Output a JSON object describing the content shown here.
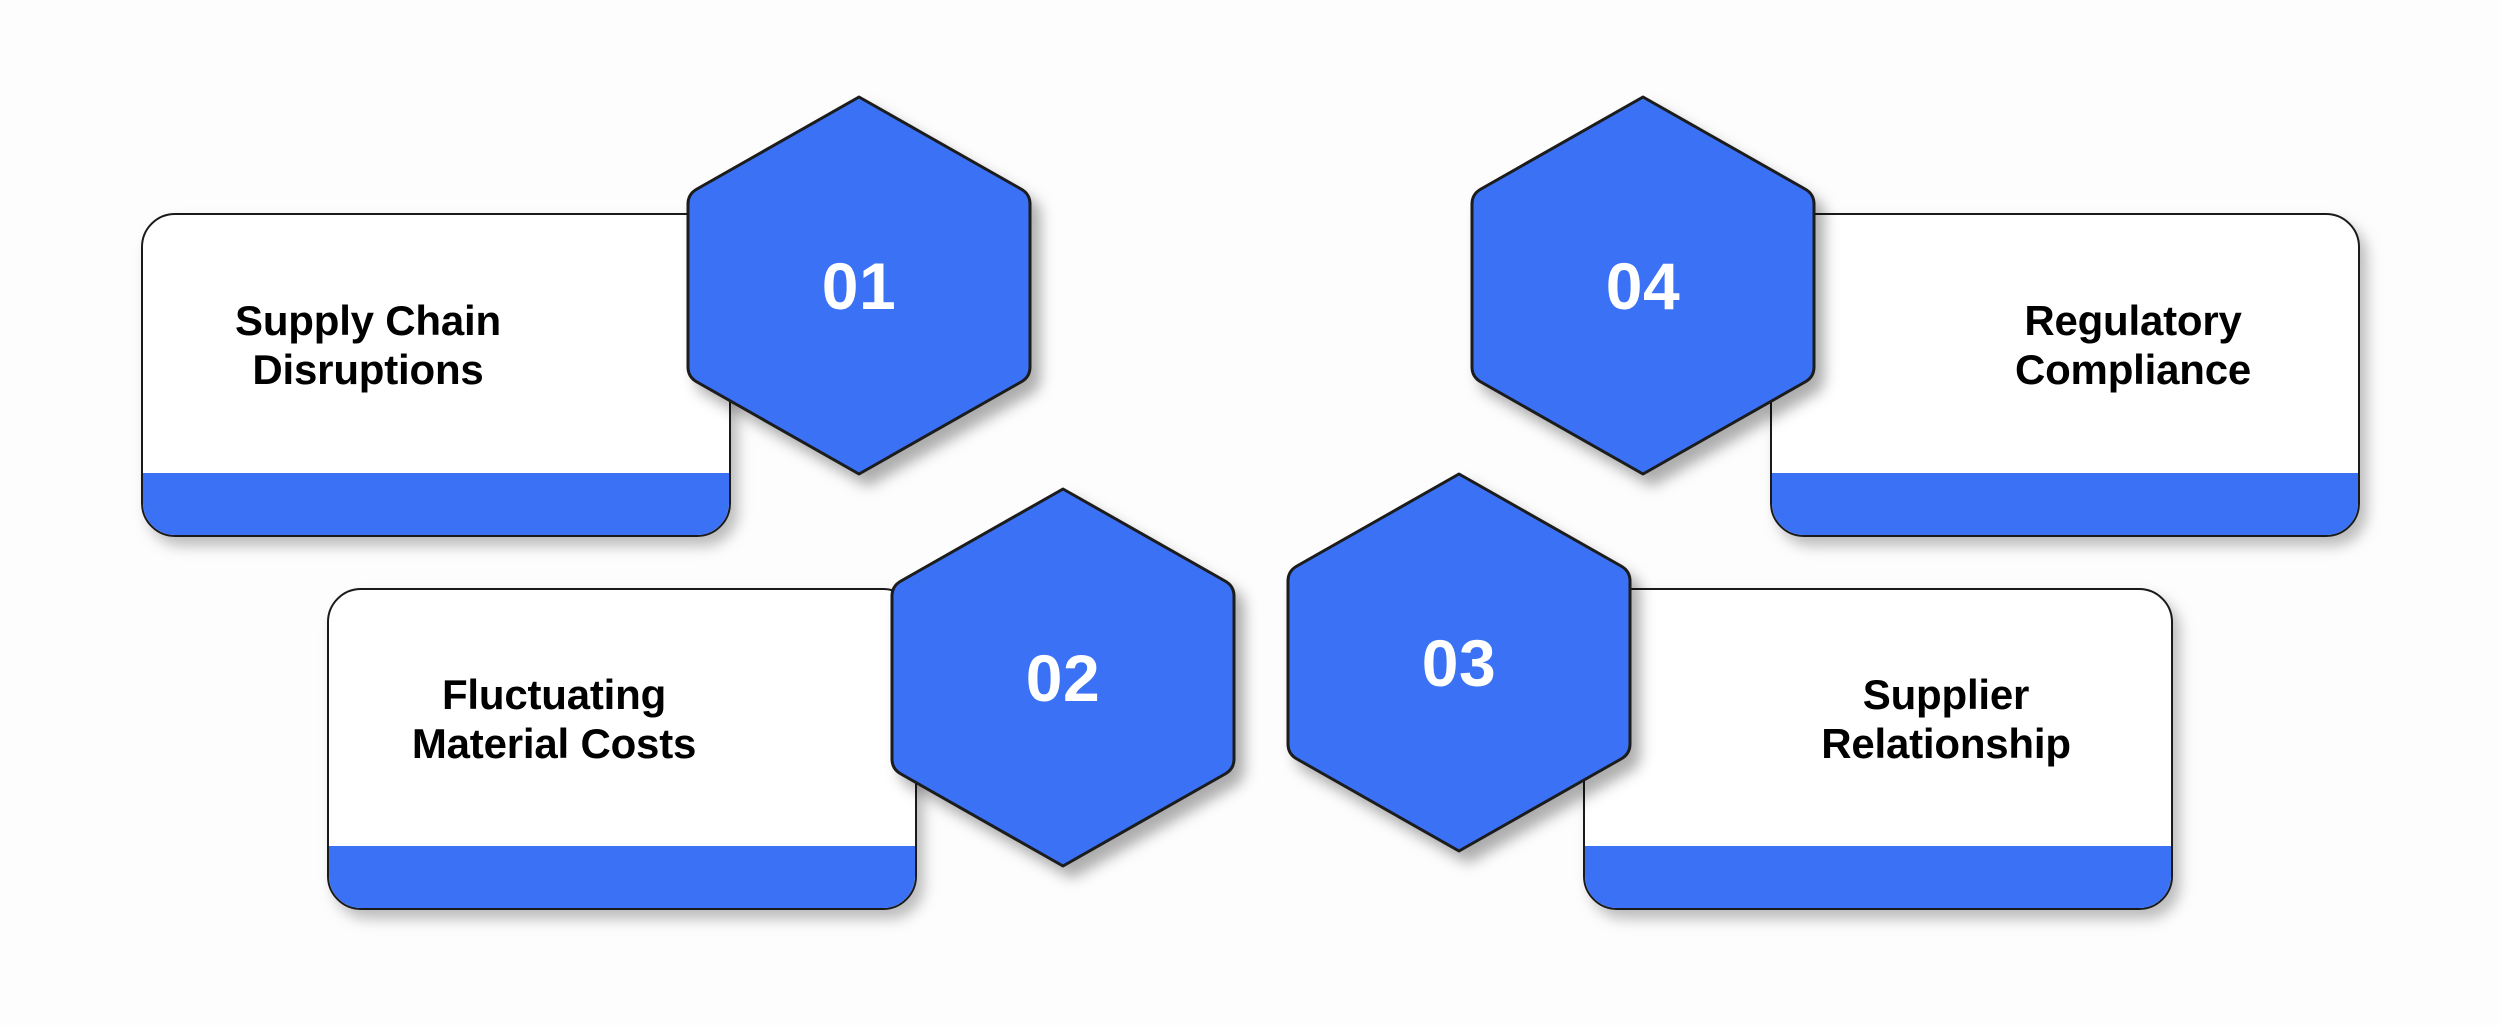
{
  "diagram": {
    "type": "numbered-hexagon-cards",
    "background_color": "#fdfdfd",
    "accent_color": "#3b72f5",
    "card_border_color": "#1a1a1a",
    "card_fill_color": "#ffffff",
    "number_text_color": "#ffffff",
    "title_text_color": "#000000",
    "items": [
      {
        "number": "01",
        "title": "Supply Chain\nDisruptions",
        "title_line_1": "Supply Chain",
        "title_line_2": "Disruptions",
        "side": "left",
        "row": "top"
      },
      {
        "number": "02",
        "title": "Fluctuating\nMaterial Costs",
        "title_line_1": "Fluctuating",
        "title_line_2": "Material Costs",
        "side": "left",
        "row": "bottom"
      },
      {
        "number": "03",
        "title": "Supplier\nRelationship",
        "title_line_1": "Supplier",
        "title_line_2": "Relationship",
        "side": "right",
        "row": "bottom"
      },
      {
        "number": "04",
        "title": "Regulatory\nCompliance",
        "title_line_1": "Regulatory",
        "title_line_2": "Compliance",
        "side": "right",
        "row": "top"
      }
    ]
  }
}
